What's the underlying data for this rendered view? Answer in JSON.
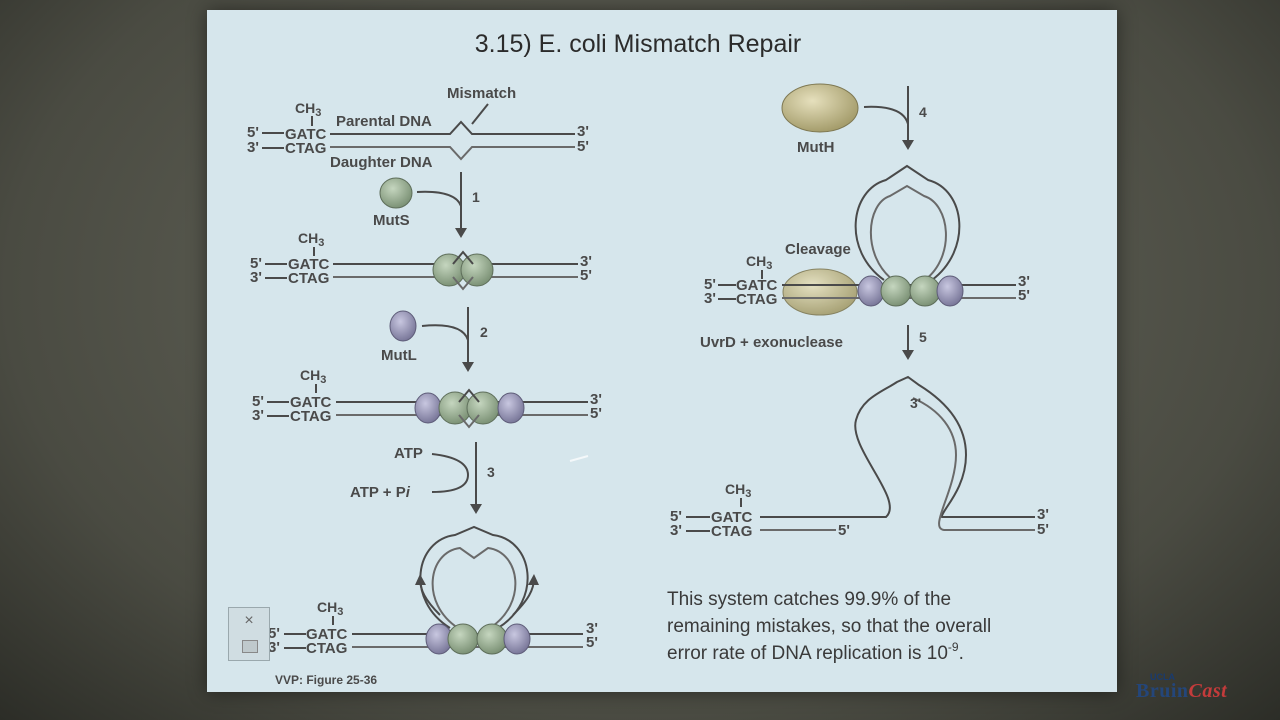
{
  "title": "3.15) E. coli Mismatch Repair",
  "labels": {
    "ch3": "CH",
    "ch3_sub": "3",
    "five": "5'",
    "three": "3'",
    "gatc": "GATC",
    "ctag": "CTAG",
    "parental": "Parental DNA",
    "daughter": "Daughter DNA",
    "mismatch": "Mismatch",
    "muts": "MutS",
    "mutl": "MutL",
    "muth": "MutH",
    "atp": "ATP",
    "atp_pi": "ATP + P",
    "pi_i": "i",
    "cleavage": "Cleavage",
    "uvrd": "UvrD + exonuclease"
  },
  "steps": [
    "1",
    "2",
    "3",
    "4",
    "5"
  ],
  "caption": {
    "line1": "This system catches 99.9% of the",
    "line2": "remaining mistakes, so that the overall",
    "line3": "error rate of DNA replication is 10",
    "exponent": "-9",
    "end": "."
  },
  "credit": "VVP: Figure 25-36",
  "widget": {
    "close": "×"
  },
  "logo": {
    "top": "UCLA",
    "a": "Bruin",
    "b": "Cast"
  },
  "colors": {
    "slide_bg": "#d6e6ec",
    "muts_green": "#8fa58a",
    "mutl_purple": "#8e8cac",
    "muth_tan": "#c3bb8c",
    "line": "#4a4a4a"
  }
}
